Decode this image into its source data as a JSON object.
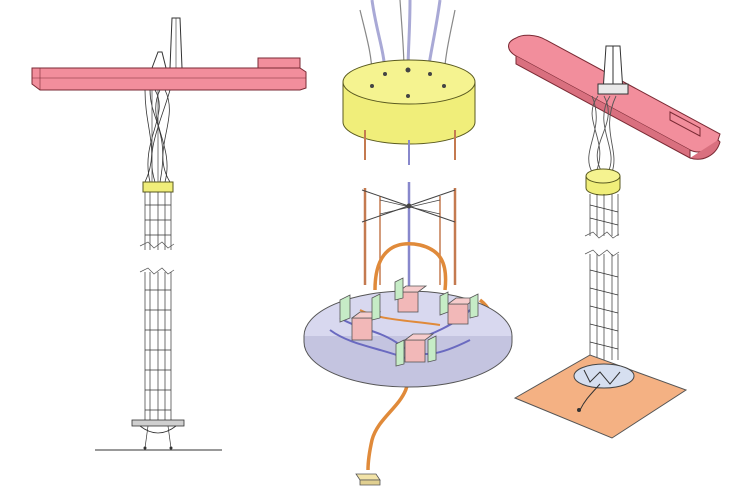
{
  "figure": {
    "panels": [
      {
        "id": "side-elevation",
        "kind": "tower with vessel, side elevation"
      },
      {
        "id": "exploded-view",
        "kind": "buoy and riser base, exploded isometric"
      },
      {
        "id": "isometric-view",
        "kind": "tower with vessel, isometric"
      }
    ],
    "colors": {
      "vessel": "#f28e9c",
      "vessel_stroke": "#7a2a34",
      "buoy": "#f0ee7a",
      "buoy_stroke": "#5a5a20",
      "flowline": "#e08a3a",
      "riser": "#a9a9d6",
      "base_plate": "#d8d8ef",
      "seabed": "#f4b183",
      "frame": "#333333",
      "pink_block": "#f2b8b8",
      "green_fin": "#c6ecc6"
    },
    "icons": [
      "flare-stack-icon",
      "derrick-icon",
      "anchor-icon"
    ]
  }
}
